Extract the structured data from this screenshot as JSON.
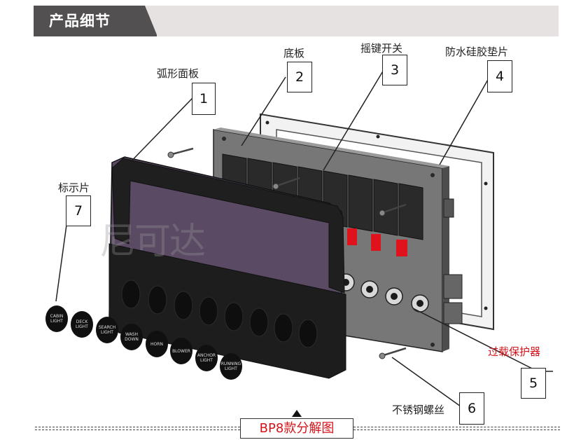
{
  "header": {
    "title": "产品细节"
  },
  "parts": [
    {
      "number": "1",
      "name": "弧形面板"
    },
    {
      "number": "2",
      "name": "底板"
    },
    {
      "number": "3",
      "name": "摇键开关"
    },
    {
      "number": "4",
      "name": "防水硅胶垫片"
    },
    {
      "number": "5",
      "name": "过载保护器"
    },
    {
      "number": "6",
      "name": "不锈钢螺丝"
    },
    {
      "number": "7",
      "name": "标示片"
    }
  ],
  "watermark": "尼可达",
  "caption": "BP8款分解图",
  "label_tags": [
    "CABIN LIGHT",
    "DECK LIGHT",
    "SEARCH LIGHT",
    "WASH DOWN",
    "HORN",
    "BLOWER",
    "ANCHOR LIGHT",
    "RUNNING LIGHT"
  ],
  "colors": {
    "title_tab": "#535051",
    "title_bar": "#e6e2e1",
    "accent_red": "#d4141a",
    "panel_purple": "#5b4a64"
  }
}
